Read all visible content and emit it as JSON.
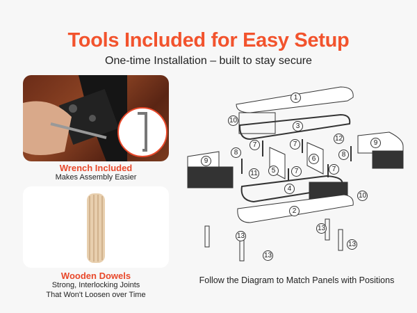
{
  "header": {
    "title": "Tools Included for Easy Setup",
    "subtitle": "One-time Installation – built to stay secure"
  },
  "wrench": {
    "title": "Wrench Included",
    "desc": "Makes Assembly Easier"
  },
  "dowels": {
    "title": "Wooden Dowels",
    "desc_line1": "Strong, Interlocking Joints",
    "desc_line2": "That Won't Loosen over Time"
  },
  "diagram": {
    "labels": [
      "1",
      "10",
      "3",
      "7",
      "7",
      "12",
      "9",
      "8",
      "8",
      "9",
      "5",
      "6",
      "11",
      "7",
      "7",
      "4",
      "10",
      "2",
      "13",
      "13",
      "13",
      "13"
    ],
    "caption": "Follow the Diagram to Match Panels with Positions"
  },
  "colors": {
    "accent": "#f2532d"
  }
}
